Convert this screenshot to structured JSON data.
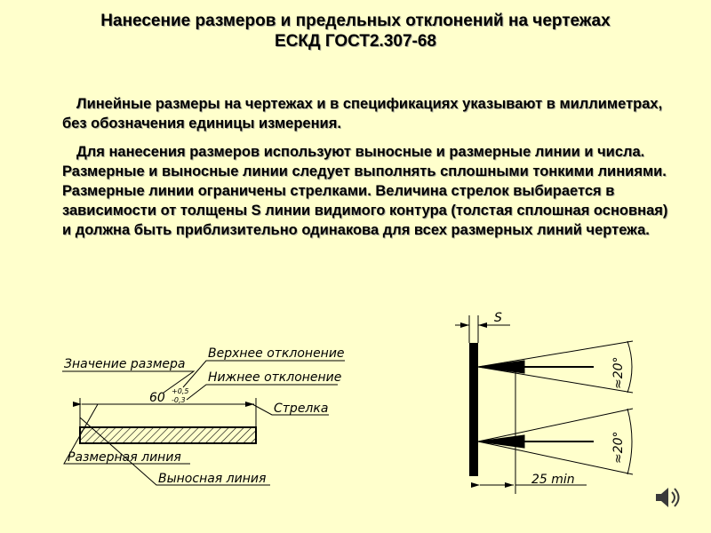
{
  "title": {
    "line1": "Нанесение размеров и предельных отклонений на чертежах",
    "line2": "ЕСКД ГОСТ2.307-68"
  },
  "paragraphs": [
    "Линейные размеры на чертежах и в спецификациях указывают в миллиметрах, без обозначения единицы измерения.",
    "Для нанесения размеров используют выносные и размерные линии и числа. Размерные и выносные линии следует выполнять сплошными тонкими линиями. Размерные линии ограничены стрелками. Величина стрелок выбирается в зависимости от толщены S линии видимого контура (толстая сплошная основная) и должна быть приблизительно одинакова для всех размерных линий чертежа."
  ],
  "drawing_left": {
    "value_label": "Значение размера",
    "upper_dev_label": "Верхнее отклонение",
    "lower_dev_label": "Нижнее отклонение",
    "arrow_label": "Стрелка",
    "dim_line_label": "Размерная линия",
    "ext_line_label": "Выносная линия",
    "nominal": "60",
    "upper_dev": "+0,5",
    "lower_dev": "-0,3"
  },
  "drawing_right": {
    "thickness_label": "S",
    "angle1": "≈20°",
    "angle2": "≈20°",
    "min_label": "25 min"
  },
  "colors": {
    "background": "#ffffcc",
    "text": "#000000",
    "accent_line": "#ff0000"
  },
  "icons": [
    "speaker-icon"
  ]
}
